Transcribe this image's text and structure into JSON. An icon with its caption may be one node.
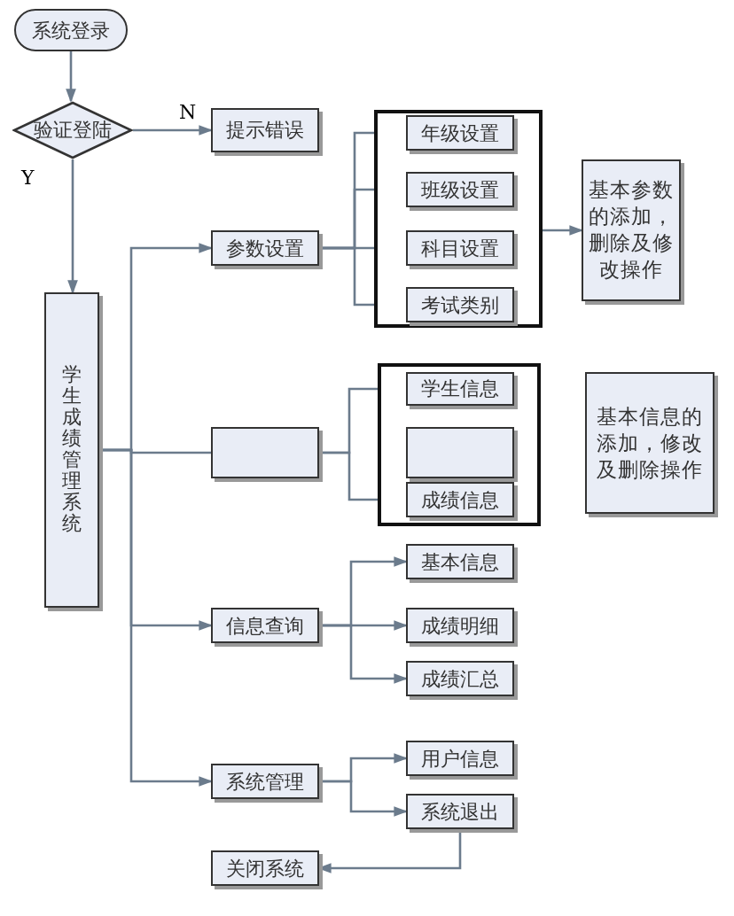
{
  "diagram": {
    "nodes": [
      {
        "text": [
          "系统登录"
        ]
      },
      {
        "text": [
          "验证登陆"
        ]
      },
      {
        "text": [
          "提示错误"
        ]
      },
      {
        "text": [
          "学生成绩管理系统"
        ]
      },
      {
        "text": [
          "参数设置"
        ]
      },
      {
        "text": [],
        "shape": "box"
      },
      {
        "text": [
          "年级设置"
        ],
        "in": 5
      },
      {
        "text": [
          "班级设置"
        ],
        "in": 5
      },
      {
        "text": [
          "科目设置"
        ],
        "in": 5
      },
      {
        "text": [
          "考试类别"
        ],
        "in": 5
      },
      {
        "text": [
          "基本参数的添加，删除及修改操作"
        ]
      },
      {
        "text": [],
        "shape": "box"
      },
      {
        "text": [],
        "shape": "box"
      },
      {
        "text": [
          "学生信息"
        ],
        "in": 12
      },
      {
        "text": [],
        "shape": "box",
        "in": 12
      },
      {
        "text": [
          "成绩信息"
        ],
        "in": 12
      },
      {
        "text": [
          "基本信息的添加，修改及删除操作"
        ]
      },
      {
        "text": [
          "信息查询"
        ]
      },
      {
        "text": [
          "基本信息"
        ]
      },
      {
        "text": [
          "成绩明细"
        ]
      },
      {
        "text": [
          "成绩汇总"
        ]
      },
      {
        "text": [
          "系统管理"
        ]
      },
      {
        "text": [
          "用户信息"
        ]
      },
      {
        "text": [
          "系统退出"
        ]
      },
      {
        "text": [
          "关闭系统"
        ]
      }
    ],
    "edges": [
      {
        "from": 0,
        "to": 1,
        "arrow": "to"
      },
      {
        "from": 1,
        "to": 2,
        "arrow": "to",
        "label": "N"
      },
      {
        "from": 1,
        "to": 3,
        "arrow": "to",
        "label": "Y"
      },
      {
        "from": 3,
        "to": 4,
        "arrow": "to"
      },
      {
        "from": 3,
        "to": 11,
        "arrow": "none"
      },
      {
        "from": 3,
        "to": 17,
        "arrow": "to"
      },
      {
        "from": 3,
        "to": 21,
        "arrow": "to"
      },
      {
        "from": 4,
        "to": 6,
        "arrow": "to"
      },
      {
        "from": 4,
        "to": 7,
        "arrow": "to"
      },
      {
        "from": 4,
        "to": 8,
        "arrow": "to"
      },
      {
        "from": 4,
        "to": 9,
        "arrow": "to"
      },
      {
        "from": 5,
        "to": 10,
        "arrow": "to"
      },
      {
        "from": 11,
        "to": 13,
        "arrow": "to"
      },
      {
        "from": 11,
        "to": 15,
        "arrow": "to"
      },
      {
        "from": 17,
        "to": 18,
        "arrow": "to"
      },
      {
        "from": 17,
        "to": 19,
        "arrow": "to"
      },
      {
        "from": 17,
        "to": 20,
        "arrow": "to"
      },
      {
        "from": 21,
        "to": 22,
        "arrow": "to"
      },
      {
        "from": 21,
        "to": 23,
        "arrow": "to"
      },
      {
        "from": 23,
        "to": 24,
        "arrow": "to"
      }
    ]
  }
}
